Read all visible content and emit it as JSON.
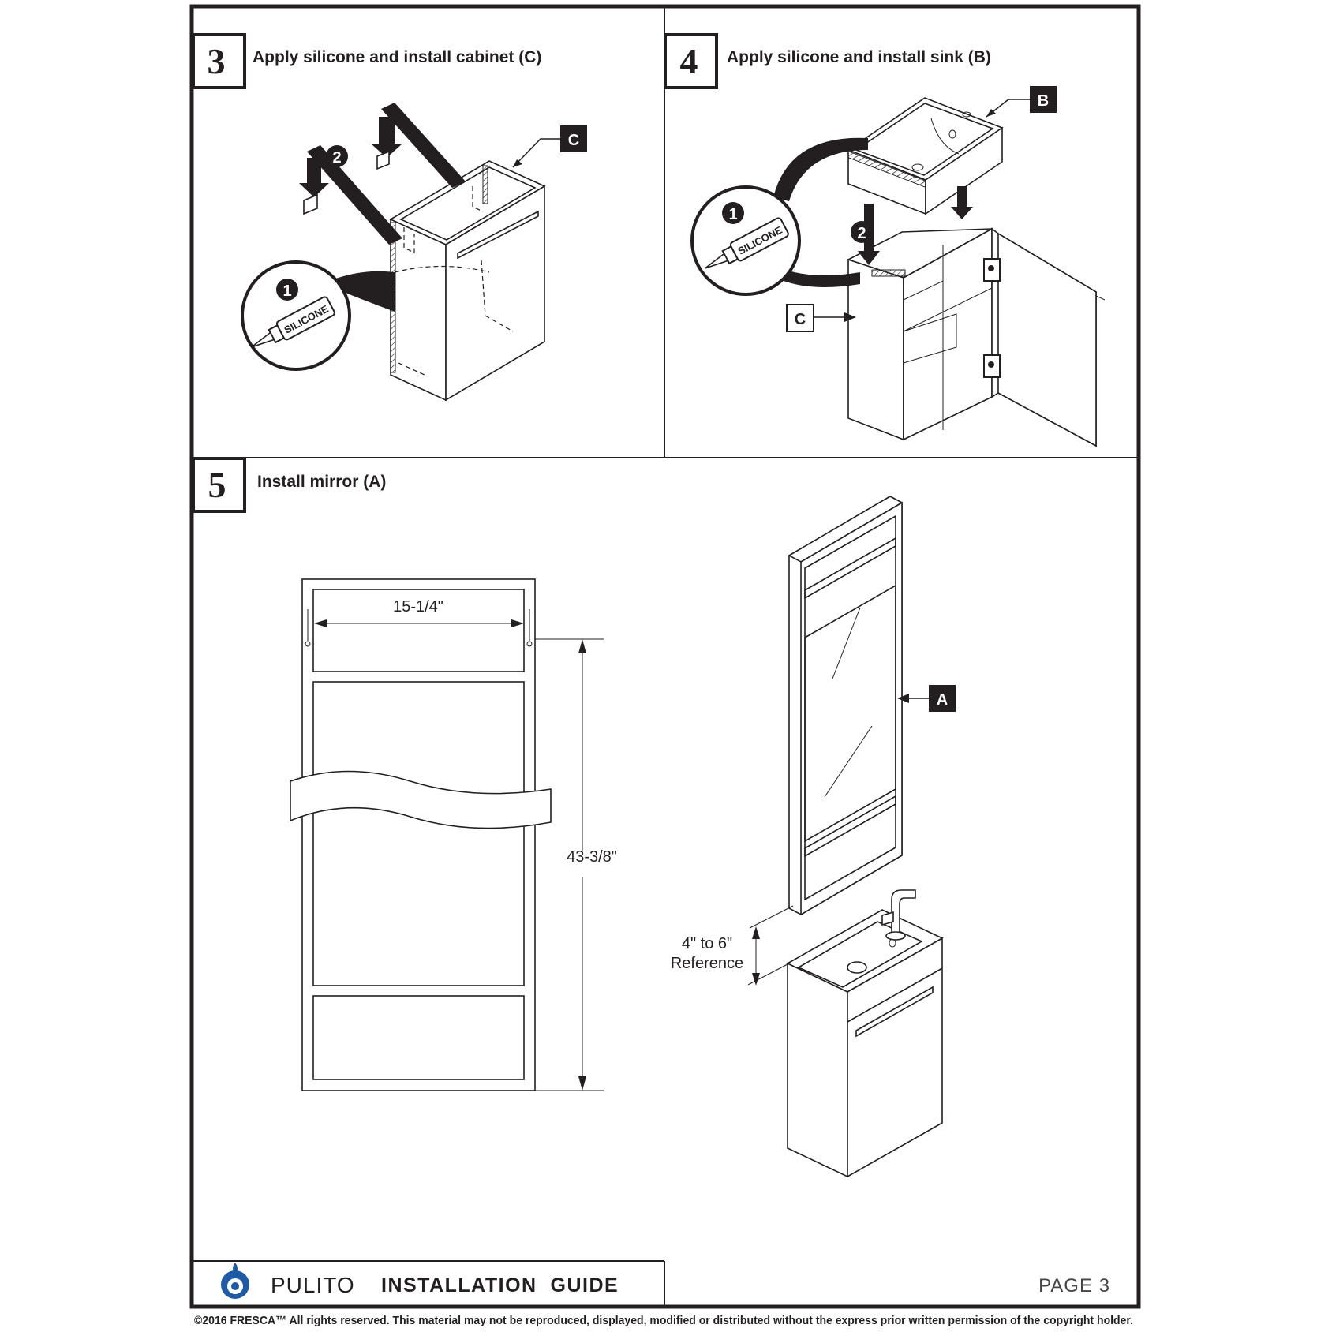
{
  "steps": [
    {
      "number": "3",
      "title": "Apply silicone and install cabinet (C)"
    },
    {
      "number": "4",
      "title": "Apply silicone and install sink (B)"
    },
    {
      "number": "5",
      "title": "Install mirror (A)"
    }
  ],
  "callouts": {
    "1": "1",
    "2": "2"
  },
  "silicone_label": "SILICONE",
  "part_tags": {
    "a": "A",
    "b": "B",
    "c": "C"
  },
  "dimensions": {
    "width": "15-1/4\"",
    "height": "43-3/8\"",
    "clearance_line1": "4\" to 6\"",
    "clearance_line2": "Reference"
  },
  "footer": {
    "brand": "PULITO",
    "guide": "INSTALLATION  GUIDE",
    "page": "PAGE 3",
    "copyright": "©2016 FRESCA™ All rights reserved. This material may not be reproduced, displayed, modified or distributed without the express prior written permission of the copyright holder."
  },
  "colors": {
    "ink": "#231f20",
    "logo_blue": "#1f5aa6"
  }
}
